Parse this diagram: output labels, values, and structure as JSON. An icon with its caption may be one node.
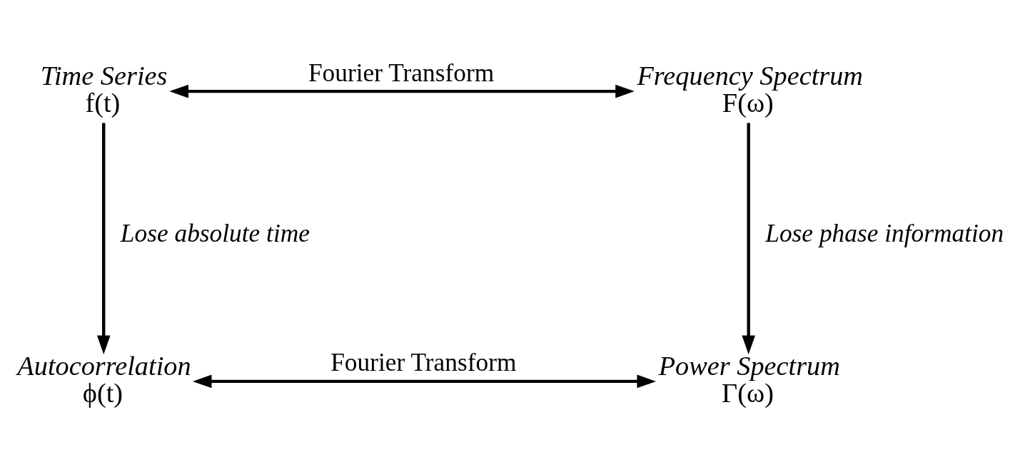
{
  "diagram": {
    "nodes": [
      {
        "text": [
          "Time Series",
          "f(t)"
        ]
      },
      {
        "text": [
          "Frequency Spectrum",
          "F(ω)"
        ]
      },
      {
        "text": [
          "Autocorrelation",
          "ϕ(t)"
        ]
      },
      {
        "text": [
          "Power Spectrum",
          "Γ(ω)"
        ]
      }
    ],
    "edges": [
      {
        "from": 0,
        "to": 1,
        "arrow": "both",
        "label": "Fourier Transform"
      },
      {
        "from": 0,
        "to": 2,
        "arrow": "to",
        "label": "Lose absolute time"
      },
      {
        "from": 1,
        "to": 3,
        "arrow": "to",
        "label": "Lose phase information"
      },
      {
        "from": 2,
        "to": 3,
        "arrow": "both",
        "label": "Fourier Transform"
      }
    ]
  }
}
